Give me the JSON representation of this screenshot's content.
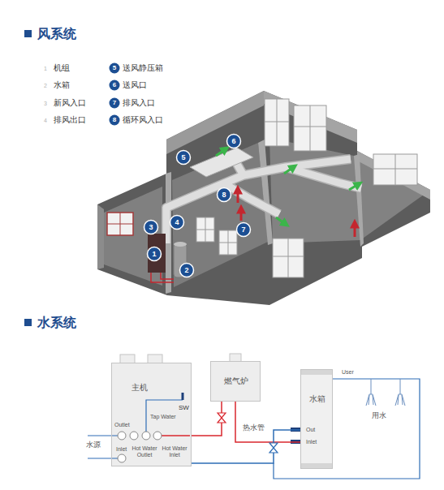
{
  "diagram": {
    "nodes": [
      {
        "text": [
          "主机",
          "SW",
          "Tap Water",
          "Outlet",
          "Inlet",
          "Hot Water Outlet",
          "Hot Water Inlet"
        ]
      },
      {
        "text": [
          "燃气炉"
        ]
      },
      {
        "text": [
          "水箱",
          "Out",
          "Inlet"
        ]
      }
    ],
    "edges": [
      {
        "from": 0,
        "to": 1,
        "arrow": "none"
      },
      {
        "from": 1,
        "to": 2,
        "label": "热水管",
        "arrow": "none"
      },
      {
        "from": 2,
        "to": 0,
        "arrow": "none"
      }
    ],
    "labels": [
      "风系统",
      "1",
      "2",
      "3",
      "4",
      "5",
      "6",
      "7",
      "8",
      "6",
      "5",
      "8",
      "3",
      "4",
      "7",
      "1",
      "2",
      "水系统",
      "水源",
      "User",
      "用水"
    ],
    "legend": [
      {
        "text": "机组"
      },
      {
        "text": "水箱"
      },
      {
        "text": "新风入口"
      },
      {
        "text": "排风出口"
      },
      {
        "text": "送风静压箱"
      },
      {
        "text": "送风口"
      },
      {
        "text": "排风入口"
      },
      {
        "text": "循环风入口"
      }
    ]
  }
}
